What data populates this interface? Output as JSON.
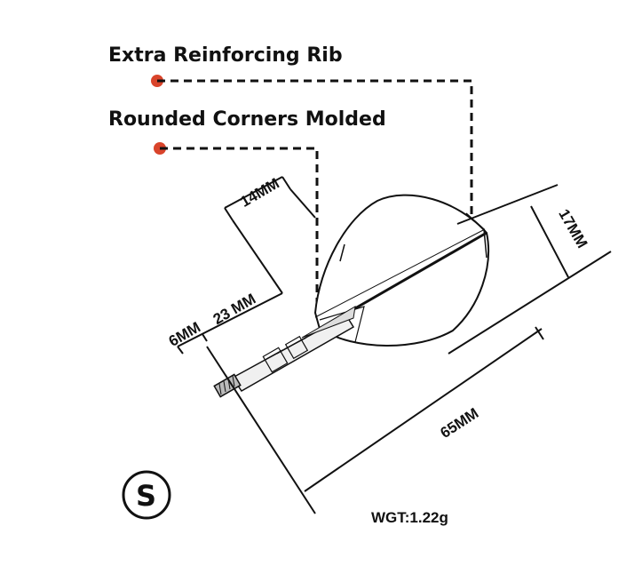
{
  "callouts": {
    "rib": "Extra Reinforcing Rib",
    "corners": "Rounded Corners Molded"
  },
  "dimensions": {
    "width_top": "14MM",
    "stem_length": "23 MM",
    "stem_tip": "6MM",
    "flight_width": "17MM",
    "total_length": "65MM"
  },
  "size_badge": "S",
  "weight": "WGT:1.22g",
  "colors": {
    "accent_dot": "#d9442b",
    "line": "#111111"
  }
}
